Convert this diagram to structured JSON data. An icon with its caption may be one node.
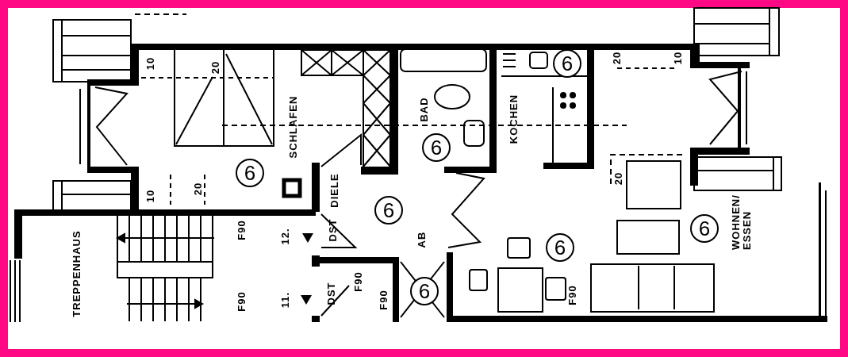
{
  "diagram": {
    "labels": [
      "10",
      "20",
      "SCHLAFEN",
      "BAD",
      "6",
      "KOCHEN",
      "6",
      "20",
      "10",
      "6",
      "10",
      "20",
      "DIELE",
      "6",
      "20",
      "TREPPENHAUS",
      "F90",
      "12.",
      "DST",
      "AB",
      "6",
      "6",
      "WOHNEN/ ESSEN",
      "11.",
      "DST",
      "F90",
      "F90",
      "F90",
      "6",
      "F90"
    ]
  }
}
